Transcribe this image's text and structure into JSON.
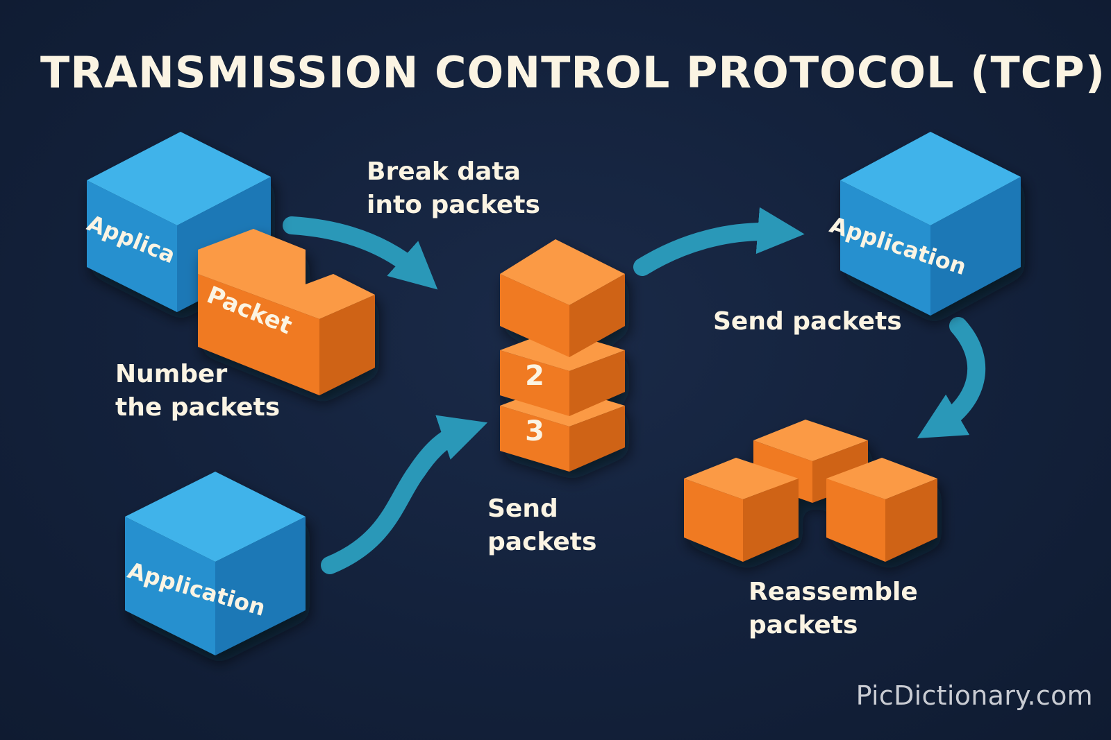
{
  "title": "TRANSMISSION CONTROL PROTOCOL (TCP)",
  "colors": {
    "background": "#13213b",
    "application_block": "#2a9dd8",
    "packet_block": "#f5802a",
    "arrow": "#2a98b8",
    "text": "#fbf4e3"
  },
  "blocks": {
    "app_top_left": "Applica",
    "packet": "Packet",
    "app_right": "Application",
    "app_bottom_left": "Application",
    "stack_numbers": [
      "2",
      "3"
    ]
  },
  "labels": {
    "break": [
      "Break data",
      "into packets"
    ],
    "number": [
      "Number",
      "the packets"
    ],
    "send_right": [
      "Send packets"
    ],
    "send_center": [
      "Send",
      "packets"
    ],
    "reassemble": [
      "Reassemble",
      "packets"
    ]
  },
  "icons": [
    "arrow-icon"
  ],
  "watermark": "PicDictionary.com"
}
